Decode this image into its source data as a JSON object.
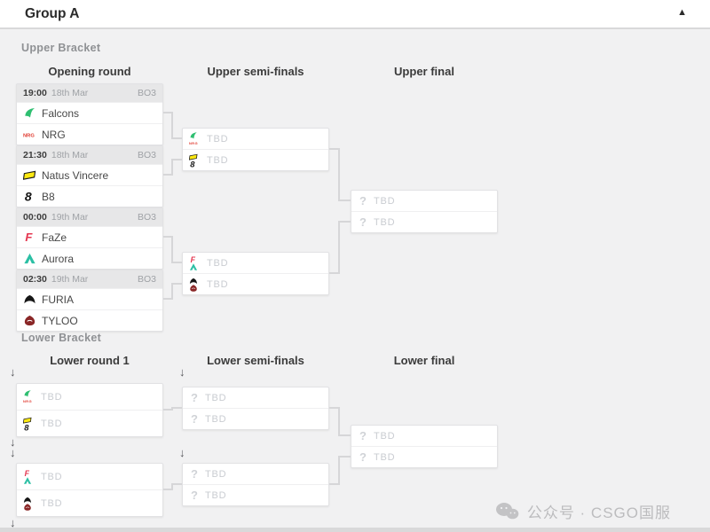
{
  "header": {
    "title": "Group A",
    "collapse_icon": "▲"
  },
  "icons": {
    "question_mark": "?",
    "drop_arrow": "↓"
  },
  "upper": {
    "section_label": "Upper Bracket",
    "columns": [
      "Opening round",
      "Upper semi-finals",
      "Upper final"
    ],
    "opening_round": [
      {
        "time": "19:00",
        "date": "18th Mar",
        "format": "BO3",
        "teams": [
          {
            "name": "Falcons",
            "logo": "falcons"
          },
          {
            "name": "NRG",
            "logo": "nrg"
          }
        ]
      },
      {
        "time": "21:30",
        "date": "18th Mar",
        "format": "BO3",
        "teams": [
          {
            "name": "Natus Vincere",
            "logo": "navi"
          },
          {
            "name": "B8",
            "logo": "b8"
          }
        ]
      },
      {
        "time": "00:00",
        "date": "19th Mar",
        "format": "BO3",
        "teams": [
          {
            "name": "FaZe",
            "logo": "faze"
          },
          {
            "name": "Aurora",
            "logo": "aurora"
          }
        ]
      },
      {
        "time": "02:30",
        "date": "19th Mar",
        "format": "BO3",
        "teams": [
          {
            "name": "FURIA",
            "logo": "furia"
          },
          {
            "name": "TYLOO",
            "logo": "tyloo"
          }
        ]
      }
    ],
    "semi_finals": [
      {
        "slots": [
          {
            "label": "TBD",
            "possible": [
              "falcons",
              "nrg"
            ]
          },
          {
            "label": "TBD",
            "possible": [
              "navi",
              "b8"
            ]
          }
        ]
      },
      {
        "slots": [
          {
            "label": "TBD",
            "possible": [
              "faze",
              "aurora"
            ]
          },
          {
            "label": "TBD",
            "possible": [
              "furia",
              "tyloo"
            ]
          }
        ]
      }
    ],
    "final": {
      "slots": [
        {
          "label": "TBD"
        },
        {
          "label": "TBD"
        }
      ]
    }
  },
  "lower": {
    "section_label": "Lower Bracket",
    "columns": [
      "Lower round 1",
      "Lower semi-finals",
      "Lower final"
    ],
    "round1": [
      {
        "slots": [
          {
            "label": "TBD",
            "possible": [
              "falcons",
              "nrg"
            ]
          },
          {
            "label": "TBD",
            "possible": [
              "navi",
              "b8"
            ]
          }
        ]
      },
      {
        "slots": [
          {
            "label": "TBD",
            "possible": [
              "faze",
              "aurora"
            ]
          },
          {
            "label": "TBD",
            "possible": [
              "furia",
              "tyloo"
            ]
          }
        ]
      }
    ],
    "semi_finals": [
      {
        "slots": [
          {
            "label": "TBD"
          },
          {
            "label": "TBD"
          }
        ]
      },
      {
        "slots": [
          {
            "label": "TBD"
          },
          {
            "label": "TBD"
          }
        ]
      }
    ],
    "final": {
      "slots": [
        {
          "label": "TBD"
        },
        {
          "label": "TBD"
        }
      ]
    }
  },
  "watermark": {
    "text": "公众号 · CSGO国服"
  },
  "colors": {
    "falcons": "#2fbf71",
    "nrg": "#e03a2f",
    "navi": "#fde910",
    "b8": "#141414",
    "faze": "#e4354f",
    "aurora": "#2bbfa4",
    "furia": "#161616",
    "tyloo": "#8a2727",
    "background": "#f1f1f2",
    "connector": "#d6d6d8"
  }
}
